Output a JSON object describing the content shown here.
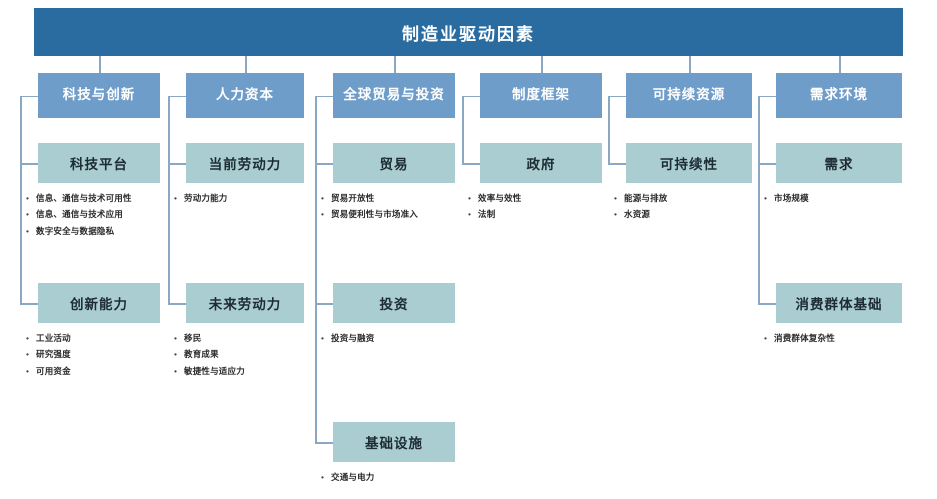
{
  "diagram": {
    "title": "制造业驱动因素",
    "colors": {
      "title_bar": "#2a6ca0",
      "level1_box": "#6f9dc9",
      "level2_box": "#a9cdd0",
      "connector": "#8aa8c4",
      "title_text": "#ffffff",
      "level1_text": "#ffffff",
      "level2_text": "#1d2b33",
      "bullet_text": "#2a2a2a",
      "background": "#ffffff"
    },
    "bullet_glyph": "•",
    "columns": [
      {
        "id": "technology-innovation",
        "label": "科技与创新",
        "groups": [
          {
            "id": "technology-platform",
            "label": "科技平台",
            "bullets": [
              "信息、通信与技术可用性",
              "信息、通信与技术应用",
              "数字安全与数据隐私"
            ]
          },
          {
            "id": "innovation-capability",
            "label": "创新能力",
            "bullets": [
              "工业活动",
              "研究强度",
              "可用资金"
            ]
          }
        ]
      },
      {
        "id": "human-capital",
        "label": "人力资本",
        "groups": [
          {
            "id": "current-workforce",
            "label": "当前劳动力",
            "bullets": [
              "劳动力能力"
            ]
          },
          {
            "id": "future-workforce",
            "label": "未来劳动力",
            "bullets": [
              "移民",
              "教育成果",
              "敏捷性与适应力"
            ]
          }
        ]
      },
      {
        "id": "global-trade-investment",
        "label": "全球贸易\n与投资",
        "groups": [
          {
            "id": "trade",
            "label": "贸易",
            "bullets": [
              "贸易开放性",
              "贸易便利性与市场准入"
            ]
          },
          {
            "id": "investment",
            "label": "投资",
            "bullets": [
              "投资与融资"
            ]
          },
          {
            "id": "infrastructure",
            "label": "基础设施",
            "bullets": [
              "交通与电力"
            ]
          }
        ]
      },
      {
        "id": "institutional-framework",
        "label": "制度框架",
        "groups": [
          {
            "id": "government",
            "label": "政府",
            "bullets": [
              "效率与效性",
              "法制"
            ]
          }
        ]
      },
      {
        "id": "sustainable-resources",
        "label": "可持续资源",
        "groups": [
          {
            "id": "sustainability",
            "label": "可持续性",
            "bullets": [
              "能源与排放",
              "水资源"
            ]
          }
        ]
      },
      {
        "id": "demand-environment",
        "label": "需求环境",
        "groups": [
          {
            "id": "demand",
            "label": "需求",
            "bullets": [
              "市场规模"
            ]
          },
          {
            "id": "consumer-base",
            "label": "消费群体基础",
            "bullets": [
              "消费群体复杂性"
            ]
          }
        ]
      }
    ]
  }
}
